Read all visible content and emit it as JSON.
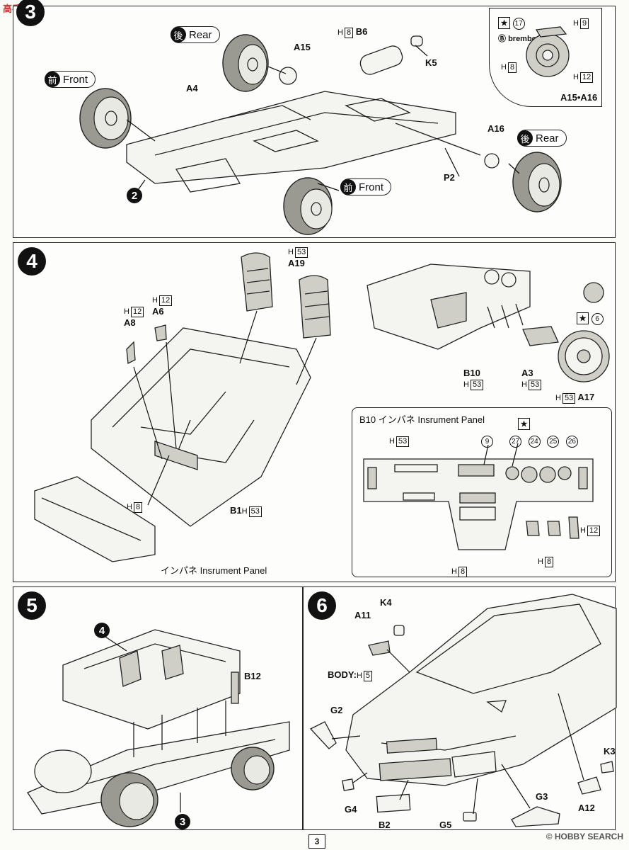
{
  "site_logo": "高手網",
  "page_number": "3",
  "watermark": "© HOBBY SEARCH",
  "step3": {
    "badge": "3",
    "rear_tag": {
      "kanji": "後",
      "text": "Rear"
    },
    "rear_tag2": {
      "kanji": "後",
      "text": "Rear"
    },
    "front_tag": {
      "kanji": "前",
      "text": "Front"
    },
    "front_tag2": {
      "kanji": "前",
      "text": "Front"
    },
    "labels": {
      "a15": "A15",
      "a4": "A4",
      "b6": "B6",
      "k5": "K5",
      "a16": "A16",
      "p2": "P2",
      "a15_a16": "A15•A16",
      "brembo": "brembo"
    },
    "h_b6": "8",
    "sub_badge_2": "2",
    "inset": {
      "h_top": "9",
      "h_left": "8",
      "h_right": "12",
      "decal": "17"
    }
  },
  "step4": {
    "badge": "4",
    "labels": {
      "a19": "A19",
      "a6": "A6",
      "a8": "A8",
      "b10": "B10",
      "a3": "A3",
      "a17": "A17",
      "b1": "B1",
      "panel_bottom": "インパネ Insrument Panel"
    },
    "h_a19": "53",
    "h_a6": "12",
    "h_a8": "12",
    "h_b10": "53",
    "h_a3": "53",
    "h_a17": "53",
    "h_b1": "53",
    "h_bottom": "8",
    "decal_a17": "6",
    "inset": {
      "title": "B10 インパネ Insrument Panel",
      "h_left": "53",
      "h_right": "12",
      "h_bottom": "8",
      "h_pedals": "8",
      "decals": [
        "9",
        "27",
        "24",
        "25",
        "26"
      ]
    }
  },
  "step5": {
    "badge": "5",
    "labels": {
      "b12": "B12"
    },
    "sub_badge_4": "4",
    "sub_badge_3": "3"
  },
  "step6": {
    "badge": "6",
    "labels": {
      "k4": "K4",
      "a11": "A11",
      "body": "BODY:",
      "g2": "G2",
      "g4": "G4",
      "b2": "B2",
      "g5": "G5",
      "g3": "G3",
      "a12": "A12",
      "k3": "K3"
    },
    "h_body": "5"
  }
}
